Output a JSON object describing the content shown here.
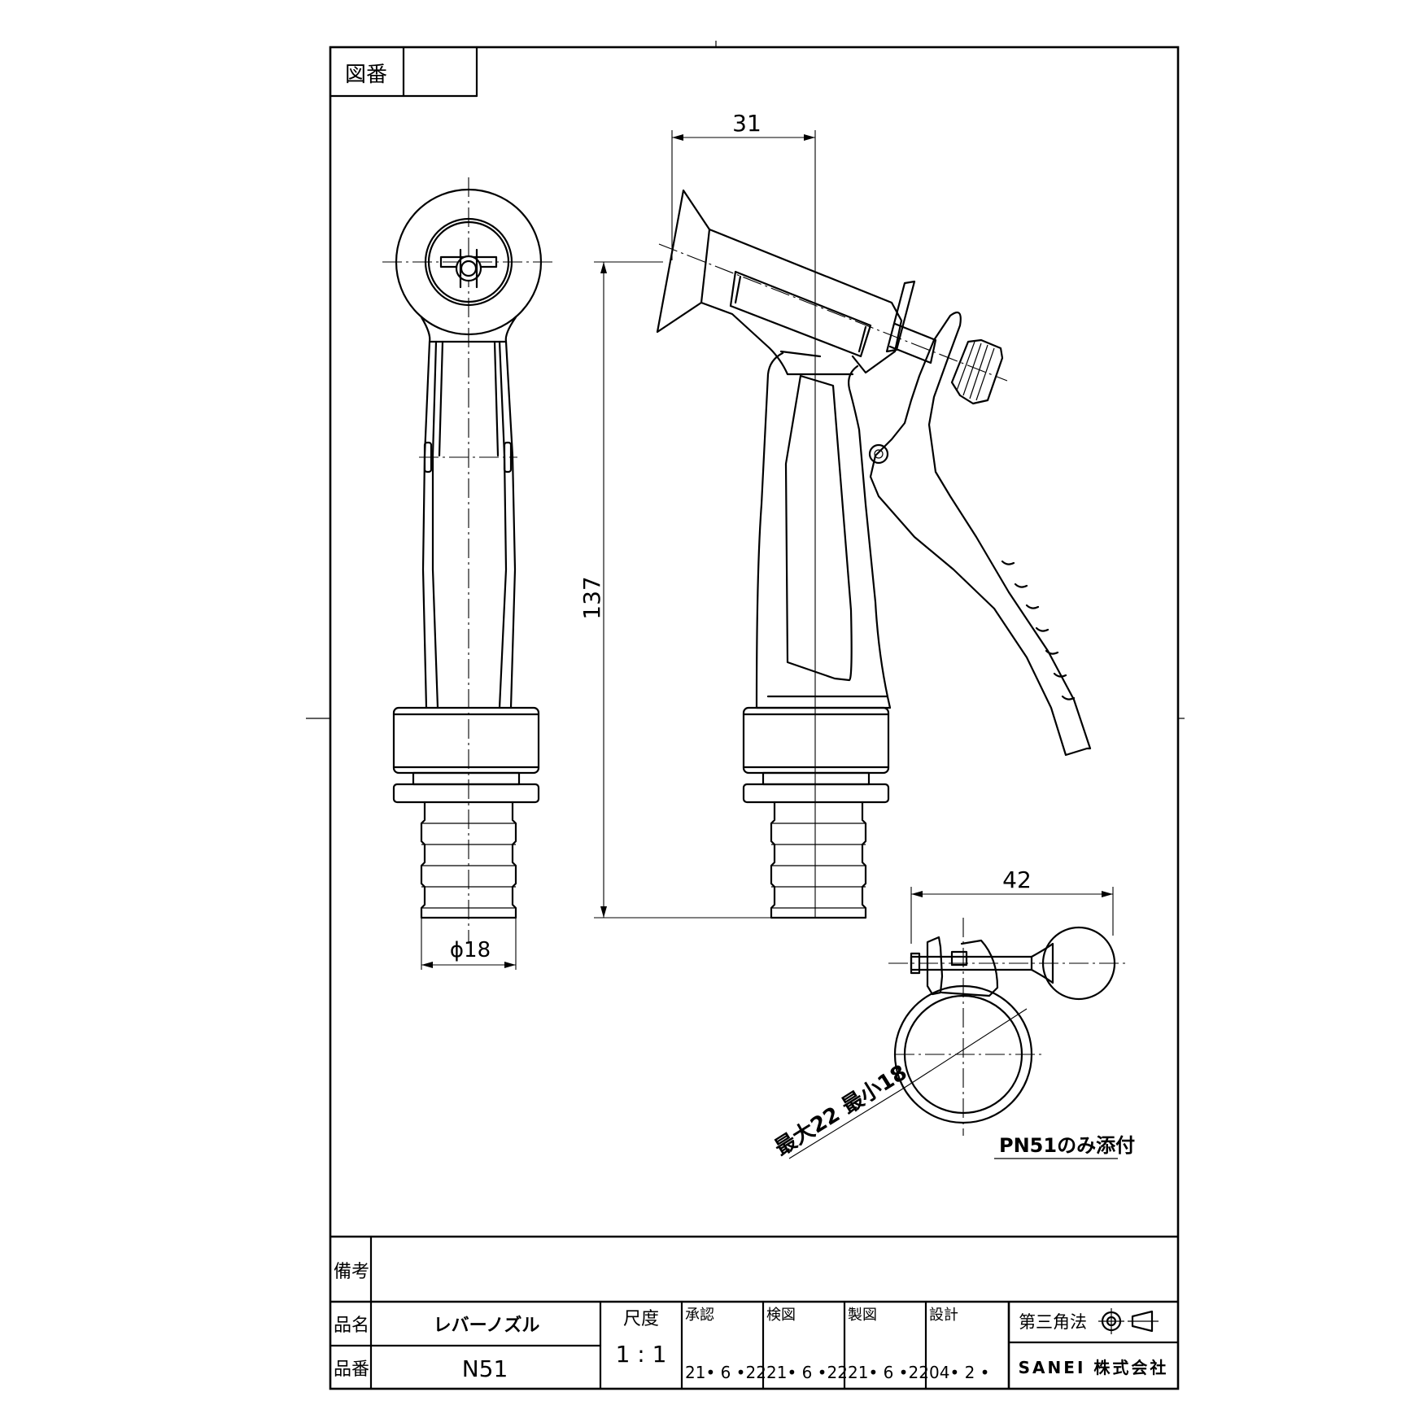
{
  "drawing_number": {
    "label": "図番",
    "value": ""
  },
  "dimensions": {
    "top_width": "31",
    "total_height": "137",
    "barb_diameter": "ϕ18",
    "clamp_length": "42",
    "clamp_range": "最大22 最小18"
  },
  "accessory_note": "PN51のみ添付",
  "title_block": {
    "remarks_label": "備考",
    "remarks_value": "",
    "product_name_label": "品名",
    "product_name": "レバーノズル",
    "product_number_label": "品番",
    "product_number": "N51",
    "scale_label": "尺度",
    "scale": "1 : 1",
    "approvals": [
      {
        "label": "承認",
        "date": "21• 6 •22"
      },
      {
        "label": "検図",
        "date": "21• 6 •22"
      },
      {
        "label": "製図",
        "date": "21• 6 •22"
      },
      {
        "label": "設計",
        "date": "04• 2 •"
      }
    ],
    "projection_label": "第三角法",
    "projection_symbol": "third-angle-projection-icon",
    "company": "SANEI 株式会社"
  }
}
